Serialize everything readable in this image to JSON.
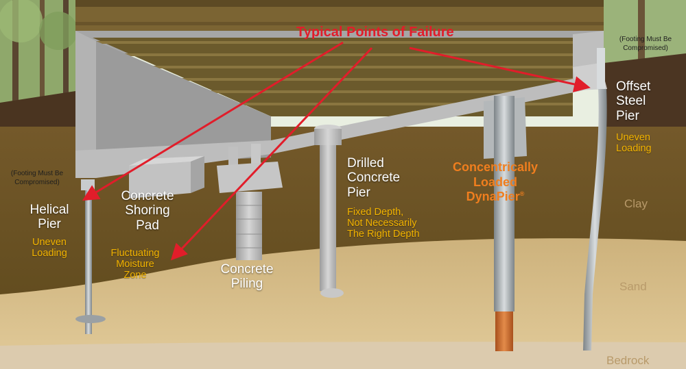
{
  "title": "Typical Points of Failure",
  "colors": {
    "title_red": "#e11d2a",
    "label_white": "#ffffff",
    "note_yellow": "#f2b300",
    "dynapier_orange": "#f07e1e",
    "clay": "#6b5320",
    "sand": "#d8c08f",
    "bedrock": "#dccbae",
    "concrete": "#b9b9b9",
    "joists": "#6b5a2c"
  },
  "notes": {
    "footing_left": [
      "(Footing Must Be",
      "Compromised)"
    ],
    "footing_right": [
      "(Footing Must Be",
      "Compromised)"
    ]
  },
  "piers": {
    "helical": {
      "name": [
        "Helical",
        "Pier"
      ],
      "note": [
        "Uneven",
        "Loading"
      ]
    },
    "shoring_pad": {
      "name": [
        "Concrete",
        "Shoring",
        "Pad"
      ],
      "note": [
        "Fluctuating",
        "Moisture",
        "Zone"
      ]
    },
    "piling": {
      "name": [
        "Concrete",
        "Piling"
      ]
    },
    "drilled": {
      "name": [
        "Drilled",
        "Concrete",
        "Pier"
      ],
      "note": [
        "Fixed Depth,",
        "Not Necessarily",
        "The Right Depth"
      ]
    },
    "dynapier": {
      "line1": "Concentrically",
      "line2": "Loaded",
      "line3": "DynaPier",
      "reg": "®"
    },
    "offset_steel": {
      "name": [
        "Offset",
        "Steel",
        "Pier"
      ],
      "note": [
        "Uneven",
        "Loading"
      ]
    }
  },
  "soil_layers": {
    "clay": "Clay",
    "sand": "Sand",
    "bedrock": "Bedrock"
  }
}
